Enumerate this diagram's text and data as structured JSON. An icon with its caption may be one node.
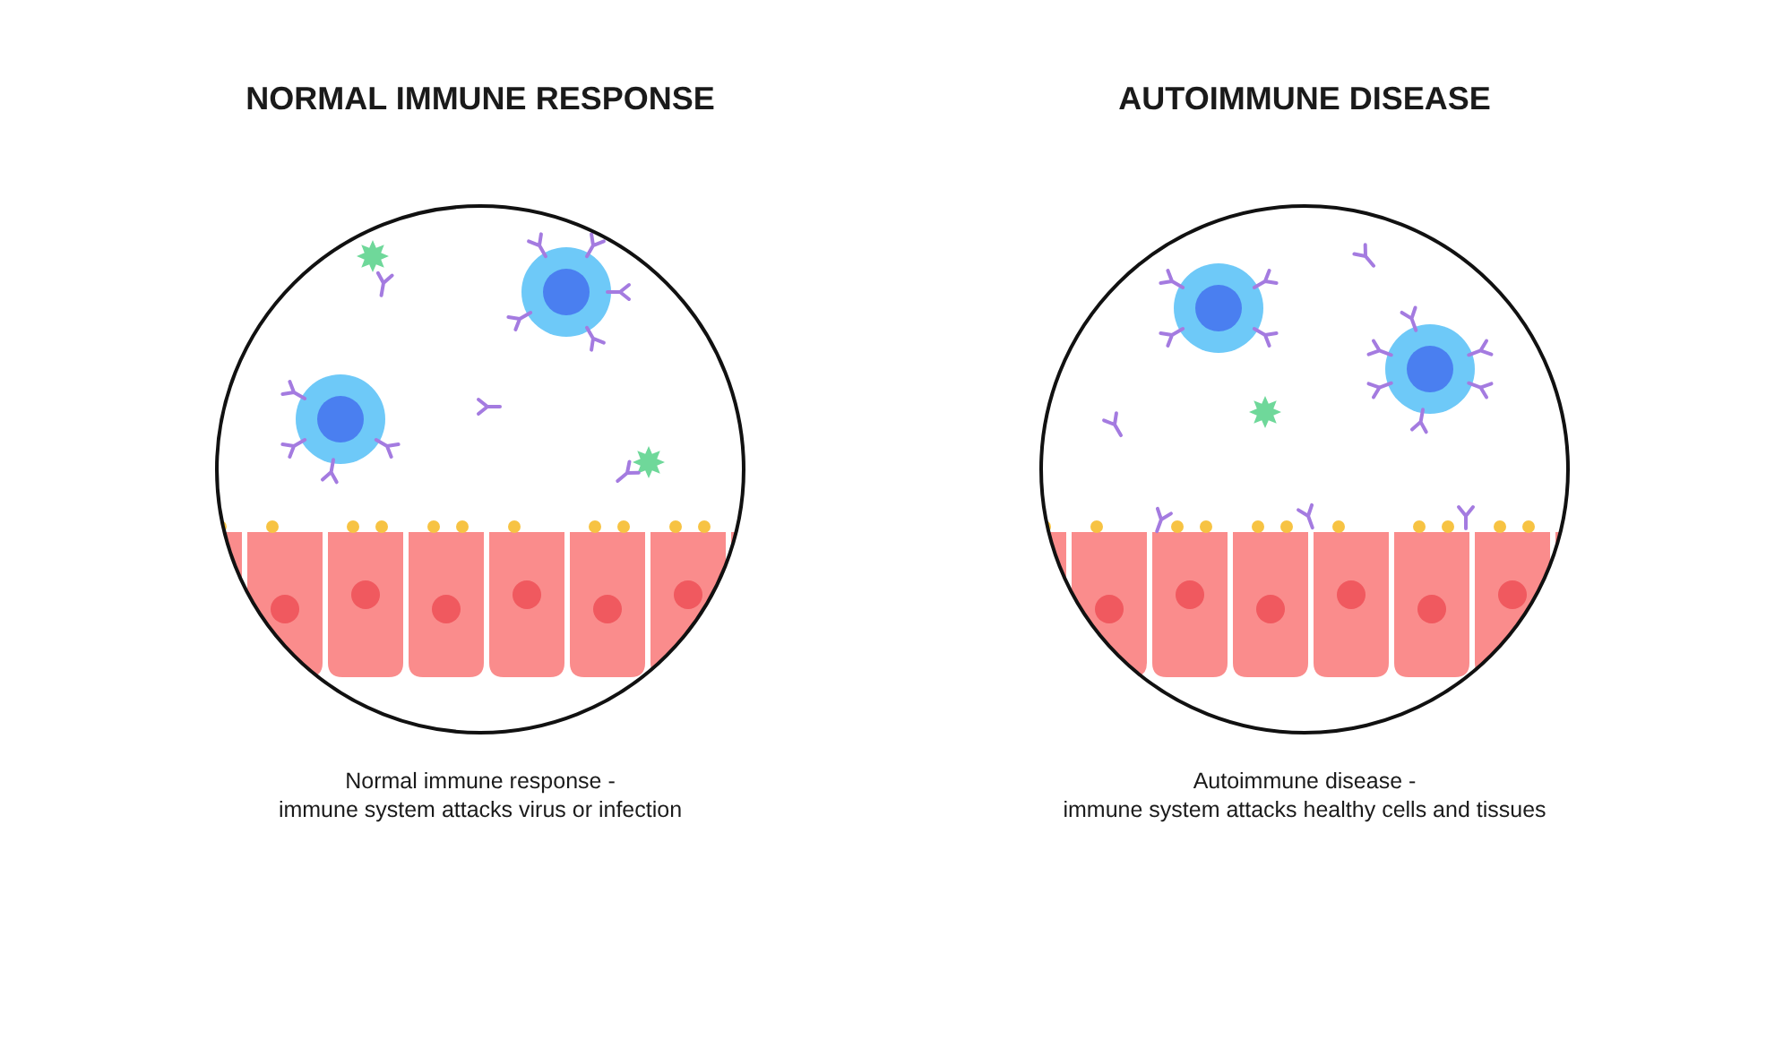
{
  "diagram": {
    "labels": [
      "NORMAL IMMUNE RESPONSE",
      "AUTOIMMUNE DISEASE",
      "Normal immune response -",
      "immune system attacks virus or infection",
      "Autoimmune disease -",
      "immune system attacks healthy cells and tissues"
    ]
  }
}
